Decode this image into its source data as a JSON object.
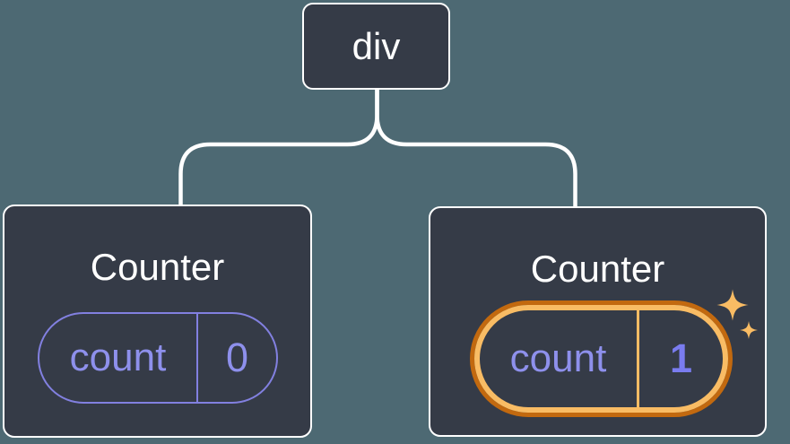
{
  "diagram": {
    "root": {
      "label": "div"
    },
    "children": [
      {
        "title": "Counter",
        "state_key": "count",
        "state_value": "0",
        "highlighted": false
      },
      {
        "title": "Counter",
        "state_key": "count",
        "state_value": "1",
        "highlighted": true
      }
    ]
  },
  "colors": {
    "background": "#4d6973",
    "node_fill": "#353b47",
    "node_border": "#ffffff",
    "connector": "#ffffff",
    "state_accent": "#8280e0",
    "state_text": "#8e90ec",
    "highlighted_value_text": "#7a7cf0",
    "highlight_ring_outer": "#c2690f",
    "highlight_ring_inner": "#f9bc64",
    "sparkle": "#f9bc64"
  },
  "icons": {
    "sparkle": "sparkle-icon"
  }
}
